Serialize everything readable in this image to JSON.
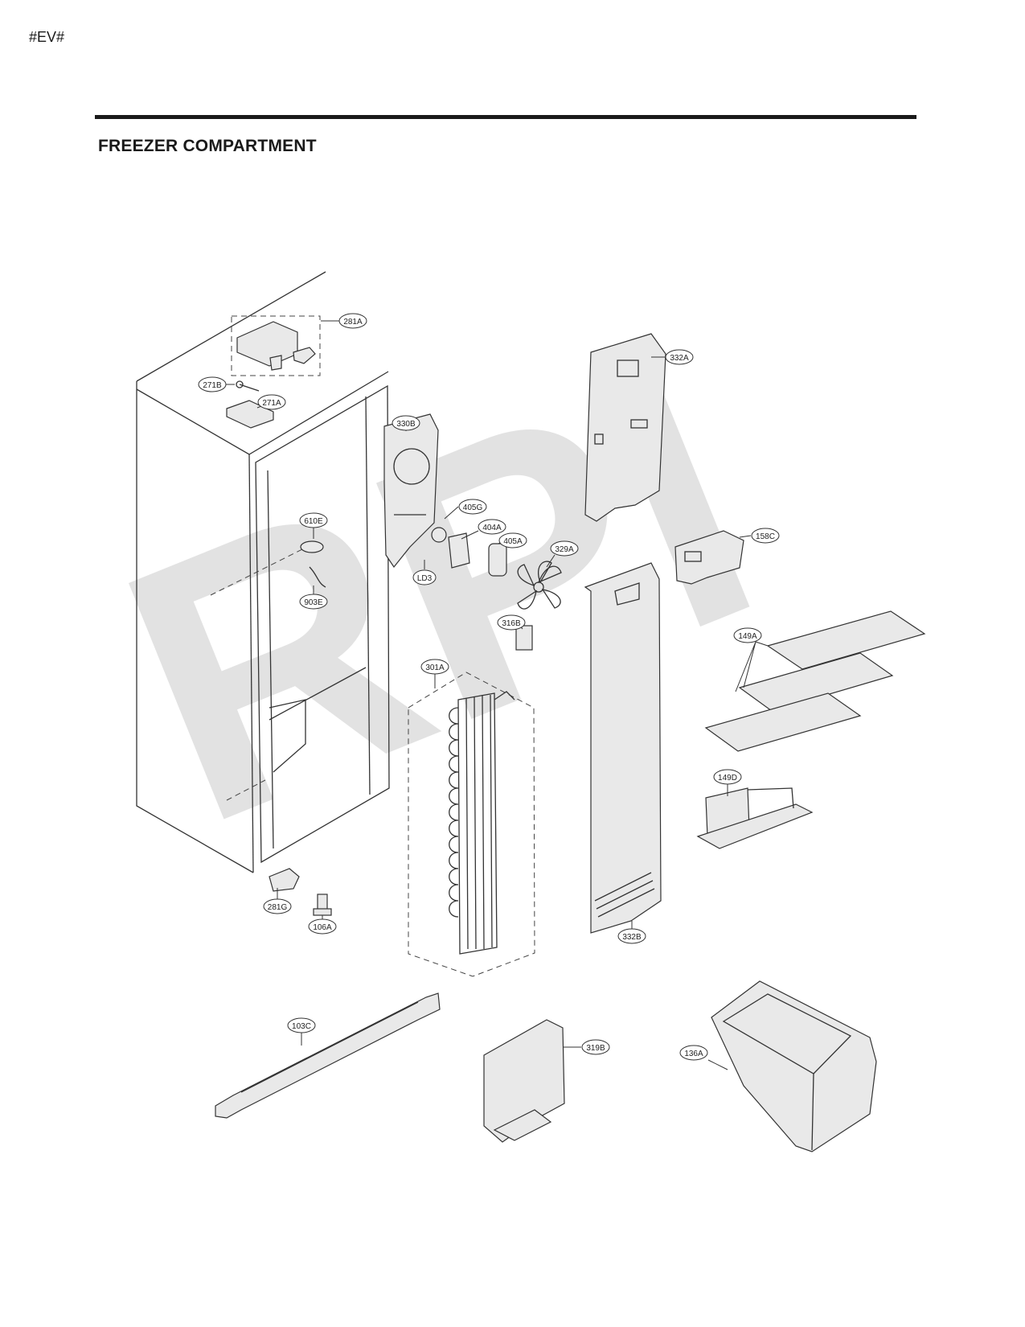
{
  "page": {
    "tag": "#EV#",
    "section_title": "FREEZER COMPARTMENT",
    "watermark": "RPI"
  },
  "callouts": [
    {
      "id": "281A"
    },
    {
      "id": "271B"
    },
    {
      "id": "271A"
    },
    {
      "id": "330B"
    },
    {
      "id": "332A"
    },
    {
      "id": "405G"
    },
    {
      "id": "404A"
    },
    {
      "id": "405A"
    },
    {
      "id": "329A"
    },
    {
      "id": "158C"
    },
    {
      "id": "610E"
    },
    {
      "id": "903E"
    },
    {
      "id": "LD3"
    },
    {
      "id": "316B"
    },
    {
      "id": "301A"
    },
    {
      "id": "149A"
    },
    {
      "id": "149D"
    },
    {
      "id": "281G"
    },
    {
      "id": "106A"
    },
    {
      "id": "332B"
    },
    {
      "id": "103C"
    },
    {
      "id": "319B"
    },
    {
      "id": "136A"
    }
  ]
}
